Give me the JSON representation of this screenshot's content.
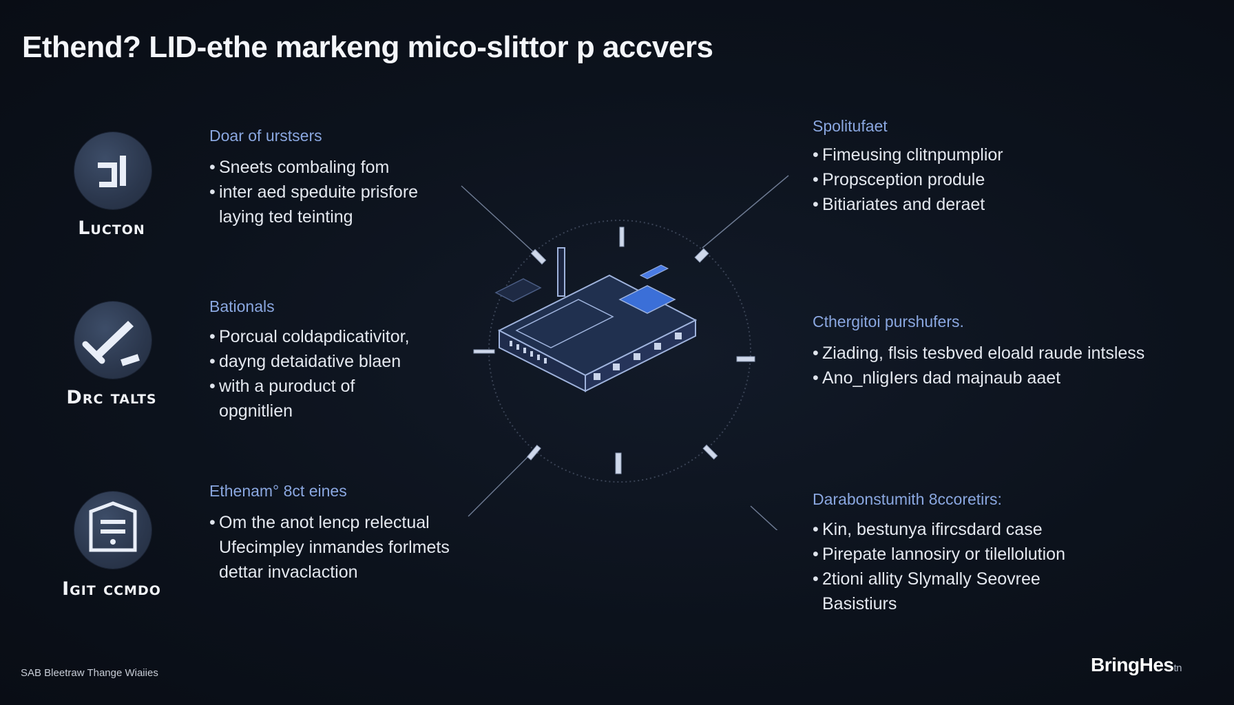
{
  "title": "Ethend? LID-ethe markeng mico-slittor p accvers",
  "left_items": [
    {
      "icon": "bracket-icon",
      "label": "Lucton",
      "heading": "Doar of urstsers",
      "bullets": [
        {
          "text": "Sneets combaling fom",
          "bullet": true
        },
        {
          "text": "inter aed speduite prisfore",
          "bullet": true
        },
        {
          "text": "laying ted teinting",
          "bullet": false
        }
      ]
    },
    {
      "icon": "pen-icon",
      "label": "Drc talts",
      "heading": "Bationals",
      "bullets": [
        {
          "text": "Porcual coldapdicativitor,",
          "bullet": true
        },
        {
          "text": "dayng detaidative blaen",
          "bullet": true
        },
        {
          "text": "with a puroduct of",
          "bullet": true
        },
        {
          "text": "opgnitlien",
          "bullet": false
        }
      ]
    },
    {
      "icon": "shield-document-icon",
      "label": "Igit ccmdo",
      "heading": "Ethenam° 8ct eines",
      "bullets": [
        {
          "text": "Om the anot lencp relectual",
          "bullet": true
        },
        {
          "text": "Ufecimpley inmandes forlmets",
          "bullet": false
        },
        {
          "text": "dettar invaclaction",
          "bullet": false
        }
      ]
    }
  ],
  "right_items": [
    {
      "heading": "Spolitufaet",
      "bullets": [
        {
          "text": "Fimeusing clitnpumplior",
          "bullet": true
        },
        {
          "text": "Propsception produle",
          "bullet": true
        },
        {
          "text": "Bitiariates and deraet",
          "bullet": true
        }
      ]
    },
    {
      "heading": "Cthergitoi purshufers.",
      "bullets": [
        {
          "text": "Ziading, flsis tesbved eloald raude intsless",
          "bullet": true
        },
        {
          "text": "Ano_nligIers dad majnaub aaet",
          "bullet": true
        }
      ]
    },
    {
      "heading": "Darabonstumith 8ccoretirs:",
      "bullets": [
        {
          "text": "Kin, bestunya ifircsdard case",
          "bullet": true
        },
        {
          "text": "Pirepate lannosiry or tilellolution",
          "bullet": true
        },
        {
          "text": "2tioni allity Slymally Seovree",
          "bullet": true
        },
        {
          "text": "Basistiurs",
          "bullet": false
        }
      ]
    }
  ],
  "footer": {
    "left": "SAB Bleetraw  Thange Wiaiies",
    "right_main": "BringHes",
    "right_small": "tn"
  },
  "colors": {
    "background": "#0c121c",
    "heading": "#8aa7e0",
    "icon_circle": "#2b374d",
    "device_line": "#9fb3dc",
    "device_accent": "#3b6fd8"
  }
}
